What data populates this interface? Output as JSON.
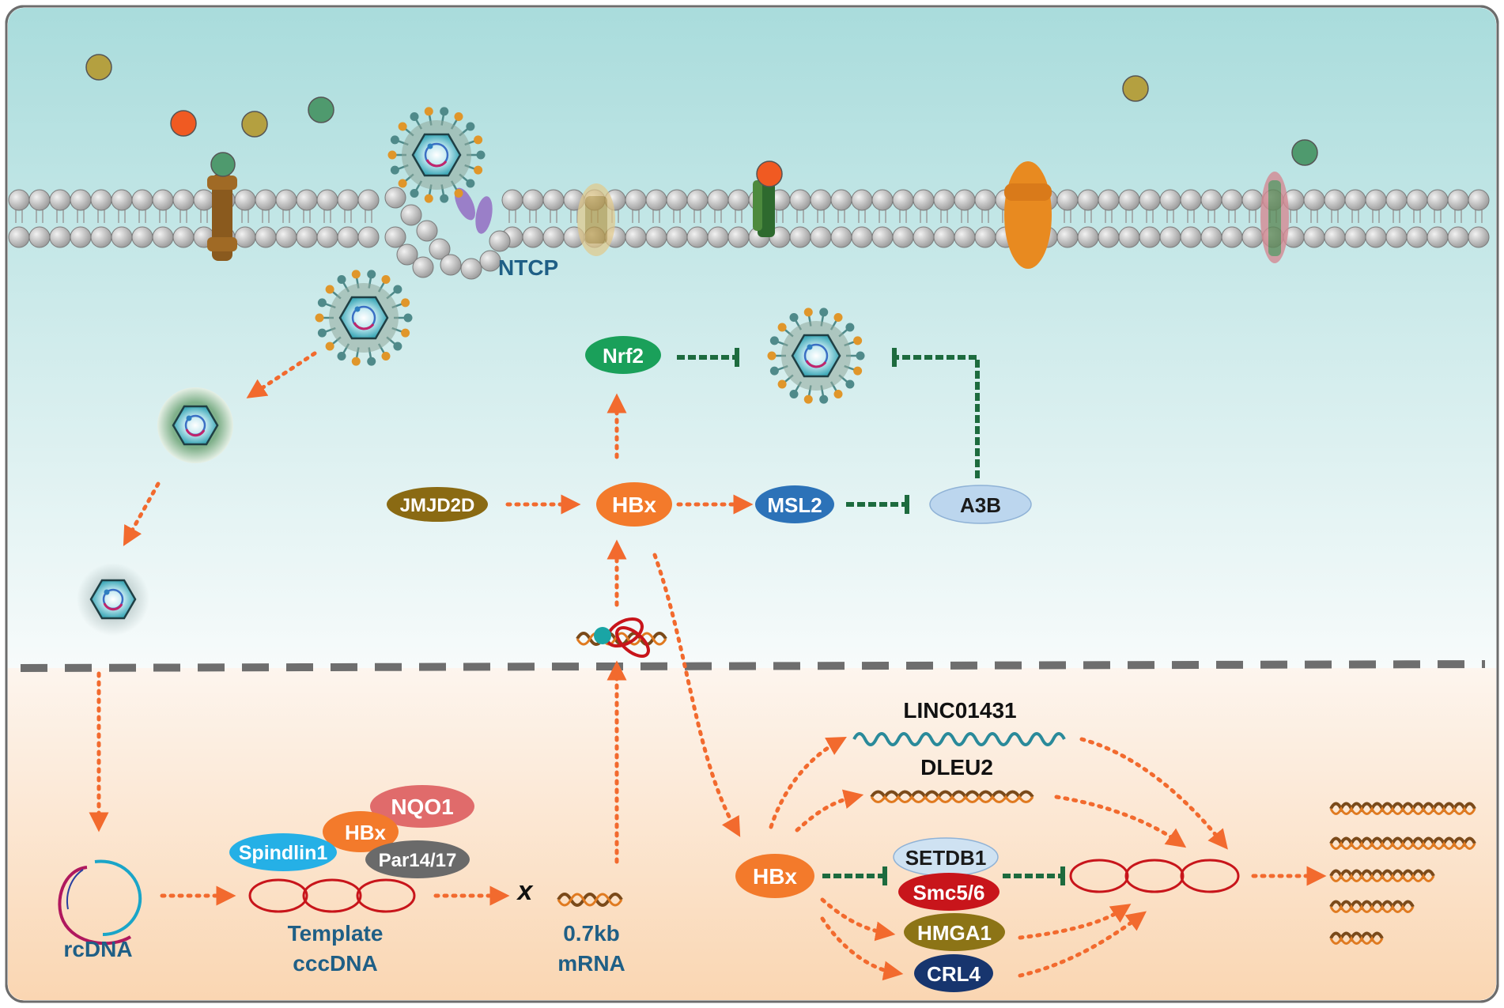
{
  "labels": {
    "ntcp": "NTCP",
    "nrf2": "Nrf2",
    "jmjd2d": "JMJD2D",
    "hbx_cytoplasm": "HBx",
    "msl2": "MSL2",
    "a3b": "A3B",
    "linc": "LINC01431",
    "dleu2": "DLEU2",
    "nqo1": "NQO1",
    "hbx_complex": "HBx",
    "spindlin1": "Spindlin1",
    "par14": "Par14/17",
    "rcdna": "rcDNA",
    "template_line1": "Template",
    "template_line2": "cccDNA",
    "x_mark": "x",
    "mrna_line1": "0.7kb",
    "mrna_line2": "mRNA",
    "hbx_nucleus": "HBx",
    "setdb1": "SETDB1",
    "smc56": "Smc5/6",
    "hmga1": "HMGA1",
    "crl4": "CRL4"
  },
  "colors": {
    "cytoplasm_top": "#a9dcdc",
    "cytoplasm_bottom": "#f6fbfb",
    "nucleus_top": "#fdf3ea",
    "nucleus_bottom": "#fad9b8",
    "arrow_orange": "#f26a2e",
    "inhibit_green": "#1d6b3e",
    "ntcp_text": "#1f5f86",
    "caption_blue": "#1f5f86",
    "nrf2": "#1aa05a",
    "jmjd2d": "#8a6a13",
    "hbx": "#f37a2b",
    "msl2": "#2c72b8",
    "a3b": "#bcd6ee",
    "nqo1": "#e06b6b",
    "spindlin1": "#25b0e6",
    "par14": "#6a6a6a",
    "setdb1": "#cfe2f2",
    "smc56": "#c8151b",
    "hmga1": "#8c7416",
    "crl4": "#17356e",
    "dna_red": "#c8151b",
    "membrane_bead": "#bdbdbd"
  }
}
